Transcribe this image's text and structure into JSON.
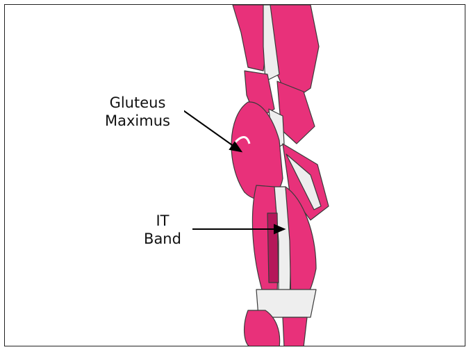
{
  "labels": {
    "gluteus_maximus": [
      "Gluteus",
      "Maximus"
    ],
    "it_band": [
      "IT",
      "Band"
    ]
  },
  "colors": {
    "muscle": "#e8317a",
    "muscle_dark": "#b5175a",
    "tendon": "#eeeeee",
    "outline": "#3a3a3a",
    "arrow": "#000000"
  }
}
